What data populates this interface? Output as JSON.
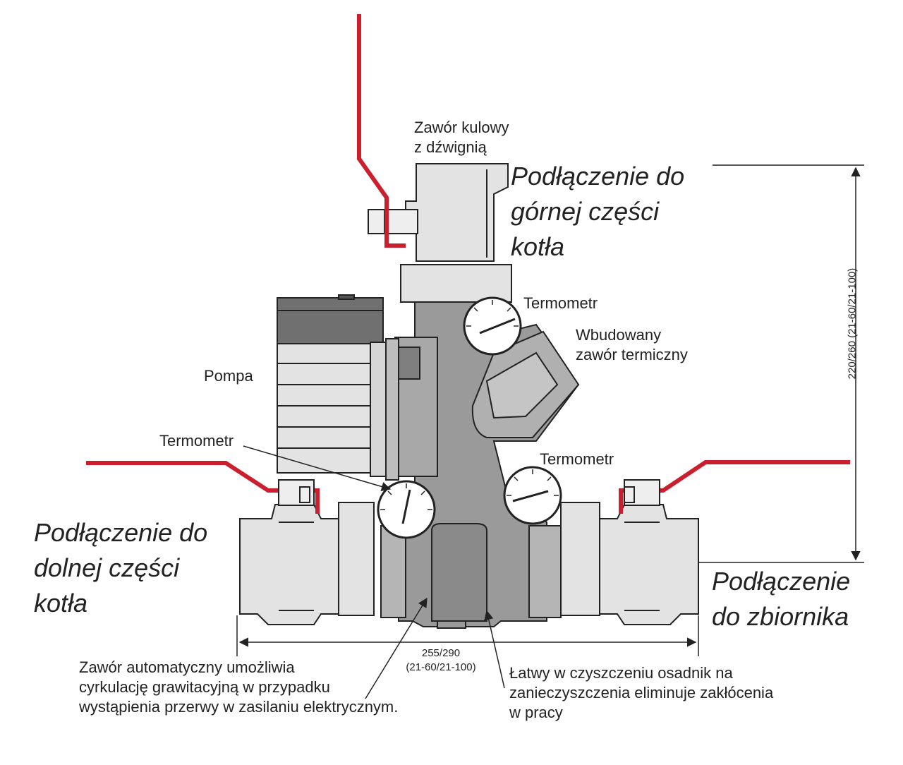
{
  "labels": {
    "ball_valve": "Zawór kulowy\nz dźwignią",
    "top_connection": "Podłączenie do\ngórnej części\nkotła",
    "thermometer_top": "Termometr",
    "thermal_valve": "Wbudowany\nzawór termiczny",
    "pump": "Pompa",
    "thermometer_left": "Termometr",
    "thermometer_right": "Termometr",
    "bottom_connection": "Podłączenie do\ndolnej części\nkotła",
    "tank_connection": "Podłączenie\ndo zbiornika",
    "auto_valve": "Zawór automatyczny umożliwia\ncyrkulację grawitacyjną w przypadku\nwystąpienia przerwy w zasilaniu elektrycznym.",
    "sediment_trap": "Łatwy w czyszczeniu osadnik na\nzanieczyszczenia eliminuje zakłócenia\nw pracy"
  },
  "dimensions": {
    "width": "255/290\n(21-60/21-100)",
    "height": "220/260 (21-60/21-100)"
  },
  "colors": {
    "lever_red": "#cc1f2e",
    "body_dark_gray": "#9a9a9a",
    "fitting_light_gray": "#e3e3e3",
    "outline": "#222222"
  }
}
